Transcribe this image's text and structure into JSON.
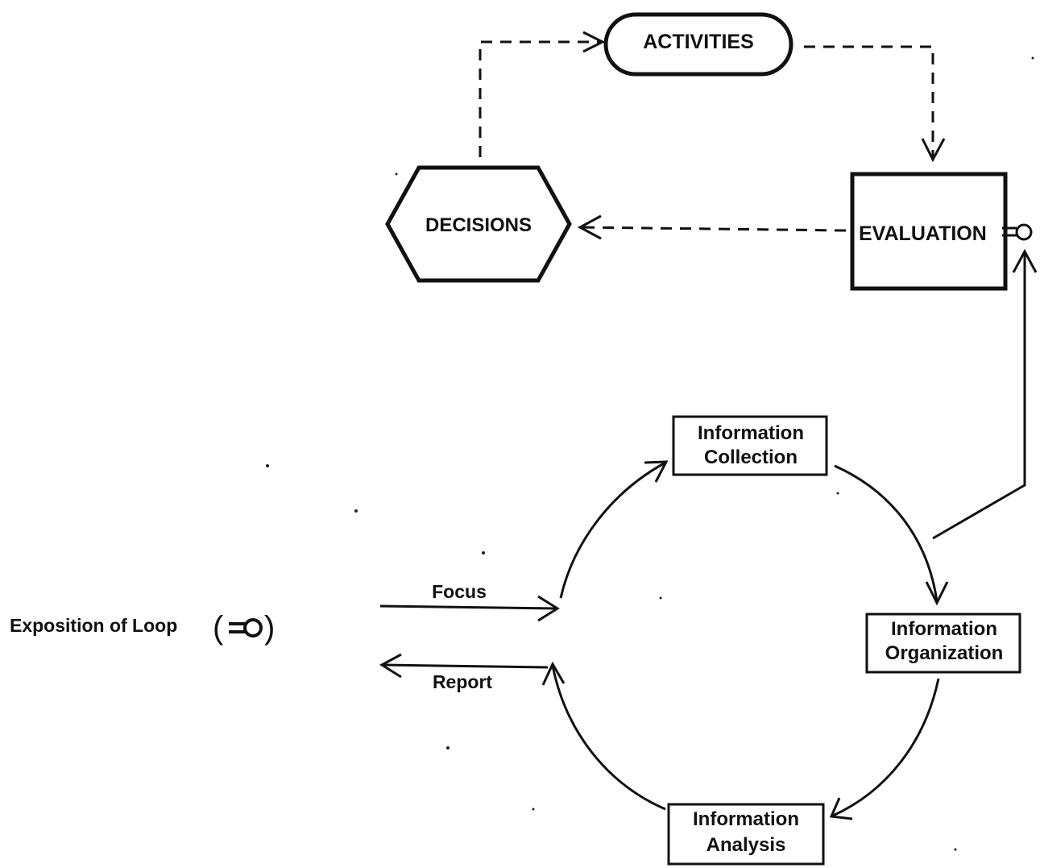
{
  "nodes": {
    "activities": "ACTIVITIES",
    "decisions": "DECISIONS",
    "evaluation": "EVALUATION",
    "collection": [
      "Information",
      "Collection"
    ],
    "organization": [
      "Information",
      "Organization"
    ],
    "analysis": [
      "Information",
      "Analysis"
    ]
  },
  "edges": {
    "focus": "Focus",
    "report": "Report"
  },
  "legend": {
    "label": "Exposition of Loop",
    "open_paren": "(",
    "close_paren": ")"
  }
}
